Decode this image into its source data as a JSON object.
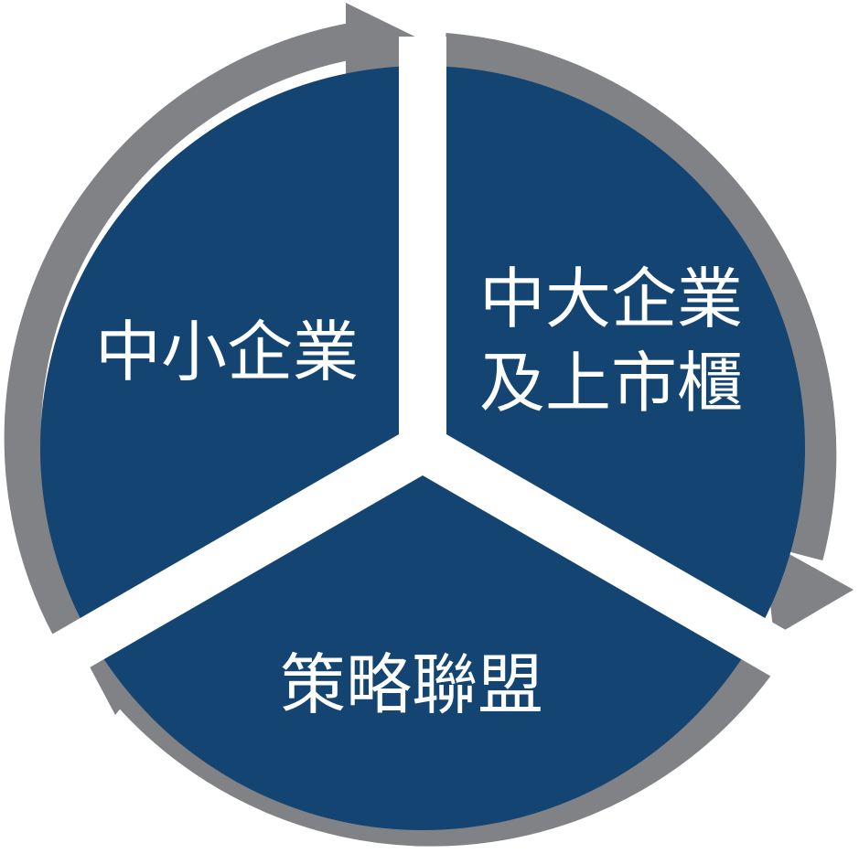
{
  "diagram": {
    "colors": {
      "segment": "#134472",
      "arrow": "#808285",
      "divider": "#ffffff",
      "text": "#ffffff"
    },
    "segments": [
      {
        "id": "sme",
        "lines": [
          "中小企業"
        ]
      },
      {
        "id": "large",
        "lines": [
          "中大企業",
          "及上市櫃"
        ]
      },
      {
        "id": "alliance",
        "lines": [
          "策略聯盟"
        ]
      }
    ],
    "cycle_direction": "clockwise"
  }
}
